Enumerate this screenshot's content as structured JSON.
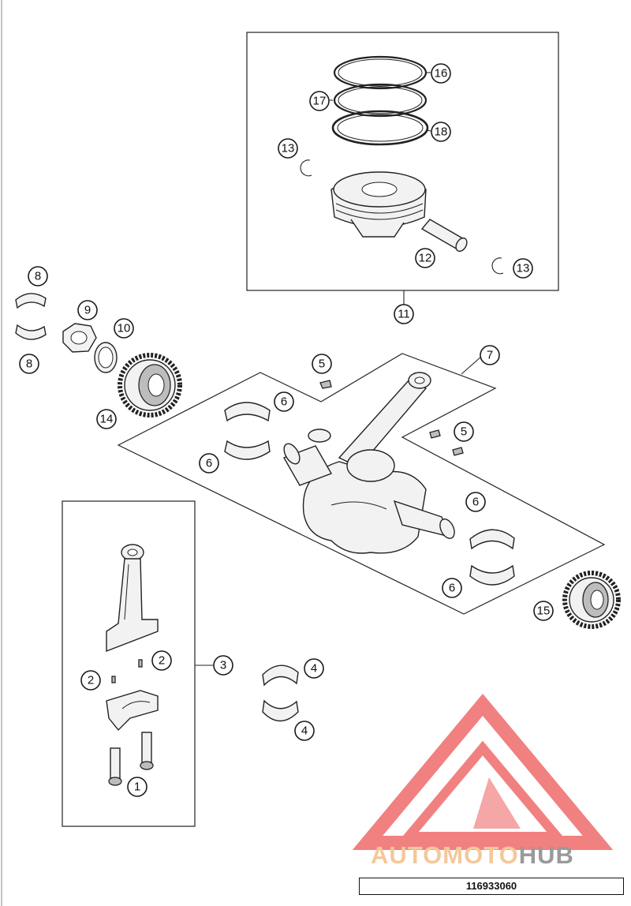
{
  "diagram": {
    "callouts": [
      "1",
      "2",
      "3",
      "4",
      "5",
      "6",
      "7",
      "8",
      "9",
      "10",
      "11",
      "12",
      "13",
      "14",
      "15",
      "16",
      "17",
      "18"
    ],
    "part_number_code": "116933060"
  },
  "watermark": {
    "brand_part1": "AUTOMOTO",
    "brand_part2": "HUB",
    "color_light": "#f4c89a",
    "color_dark": "#9a9a9a",
    "logo_color": "#ef6b6b"
  }
}
